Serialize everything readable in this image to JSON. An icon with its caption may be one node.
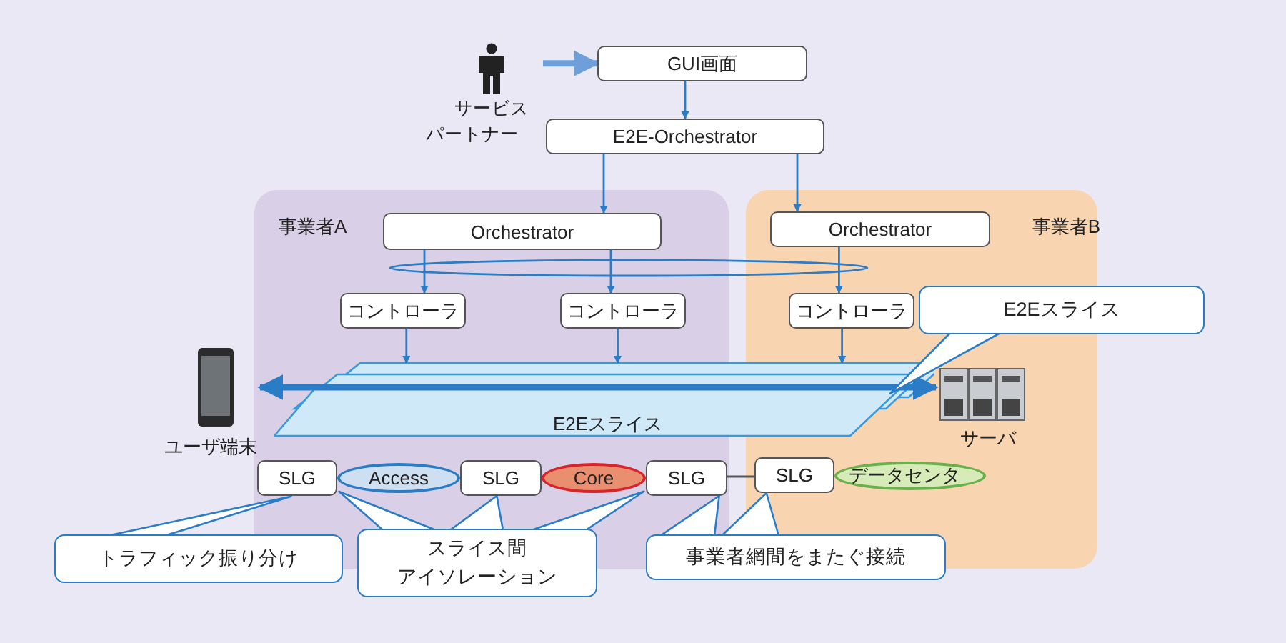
{
  "diagram": {
    "nodes": [
      {
        "text": [],
        "shape": "person",
        "beside": [
          "サービス",
          "パートナー"
        ]
      },
      {
        "text": [
          "GUI画面"
        ]
      },
      {
        "text": [
          "E2E-Orchestrator"
        ]
      },
      {
        "text": [
          "事業者A"
        ]
      },
      {
        "text": [
          "Orchestrator"
        ],
        "in": 3
      },
      {
        "text": [
          "コントローラ"
        ],
        "in": 3
      },
      {
        "text": [
          "コントローラ"
        ],
        "in": 3
      },
      {
        "text": [
          "事業者B"
        ]
      },
      {
        "text": [
          "Orchestrator"
        ],
        "in": 7
      },
      {
        "text": [
          "コントローラ"
        ],
        "in": 7
      },
      {
        "text": [
          "E2Eスライス"
        ]
      },
      {
        "text": [
          "ユーザ端末"
        ]
      },
      {
        "text": [
          "サーバ"
        ],
        "in": 7
      },
      {
        "text": [
          "SLG"
        ],
        "in": 3
      },
      {
        "text": [
          "Access"
        ],
        "in": 3
      },
      {
        "text": [
          "SLG"
        ],
        "in": 3
      },
      {
        "text": [
          "Core"
        ],
        "in": 3
      },
      {
        "text": [
          "SLG"
        ],
        "in": 3
      },
      {
        "text": [
          "SLG"
        ],
        "in": 7
      },
      {
        "text": [
          "データセンタ"
        ],
        "in": 7
      },
      {
        "text": [
          "トラフィック振り分け"
        ]
      },
      {
        "text": [
          "スライス間",
          "アイソレーション"
        ]
      },
      {
        "text": [
          "事業者網間をまたぐ接続"
        ]
      },
      {
        "text": [
          "E2Eスライス"
        ]
      },
      {
        "text": [],
        "shape": "ellipse"
      }
    ],
    "edges": [
      {
        "from": 0,
        "to": 1,
        "arrow": "to",
        "style": "thick",
        "color": "#6f9fd8"
      },
      {
        "from": 1,
        "to": 2,
        "arrow": "to"
      },
      {
        "from": 2,
        "to": 4,
        "arrow": "to"
      },
      {
        "from": 2,
        "to": 8,
        "arrow": "to"
      },
      {
        "from": 4,
        "to": 5,
        "arrow": "to"
      },
      {
        "from": 4,
        "to": 6,
        "arrow": "to"
      },
      {
        "from": 8,
        "to": 9,
        "arrow": "to"
      },
      {
        "from": 5,
        "to": 10,
        "arrow": "to"
      },
      {
        "from": 6,
        "to": 10,
        "arrow": "to"
      },
      {
        "from": 9,
        "to": 10,
        "arrow": "to"
      },
      {
        "from": 11,
        "to": 12,
        "arrow": "both",
        "style": "thick"
      },
      {
        "from": 17,
        "to": 18,
        "arrow": "none",
        "color": "#555555"
      },
      {
        "from": 20,
        "to": 13,
        "arrow": "none"
      },
      {
        "from": 21,
        "to": 13,
        "arrow": "none"
      },
      {
        "from": 21,
        "to": 15,
        "arrow": "to"
      },
      {
        "from": 21,
        "to": 17,
        "arrow": "none"
      },
      {
        "from": 22,
        "to": 17,
        "arrow": "to"
      },
      {
        "from": 22,
        "to": 18,
        "arrow": "to"
      },
      {
        "from": 23,
        "to": 10,
        "arrow": "none"
      }
    ]
  }
}
